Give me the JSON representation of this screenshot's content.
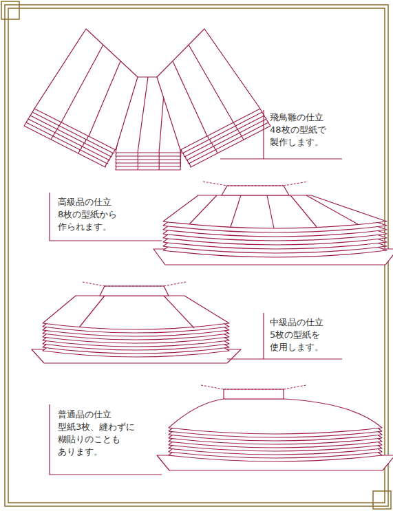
{
  "diagram": {
    "labels": [
      "飛鳥雛の仕立 48枚の型紙で 製作します。",
      "高級品の仕立 8枚の型紙から 作られます。",
      "中級品の仕立 5枚の型紙を 使用します。",
      "普通品の仕立 型紙3枚、縫わずに 糊貼りのことも あります。"
    ]
  }
}
